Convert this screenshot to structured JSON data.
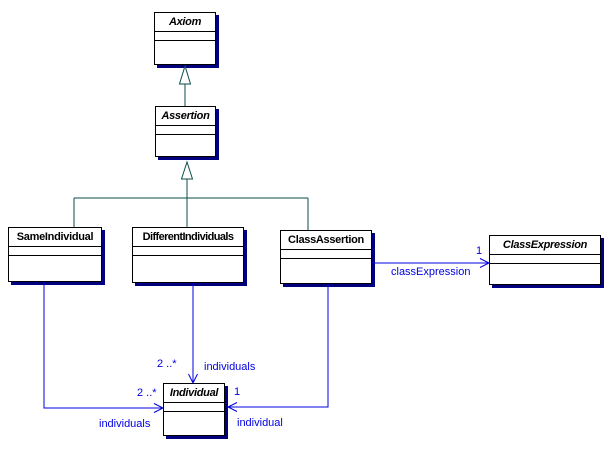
{
  "colors": {
    "background": "#ffffff",
    "class_border": "#000000",
    "class_fill": "#ffffff",
    "class_shadow": "#000080",
    "generalization_line": "#0d4d4d",
    "association_line": "#0000e0",
    "label_text": "#0000e0",
    "class_name_text": "#000000"
  },
  "classes": {
    "axiom": {
      "name": "Axiom",
      "abstract": true
    },
    "assertion": {
      "name": "Assertion",
      "abstract": true
    },
    "same_individual": {
      "name": "SameIndividual",
      "abstract": false
    },
    "different_individuals": {
      "name": "DifferentIndividuals",
      "abstract": false
    },
    "class_assertion": {
      "name": "ClassAssertion",
      "abstract": false
    },
    "class_expression": {
      "name": "ClassExpression",
      "abstract": true
    },
    "individual": {
      "name": "Individual",
      "abstract": true
    }
  },
  "generalizations": [
    {
      "from": "Assertion",
      "to": "Axiom"
    },
    {
      "from": "SameIndividual",
      "to": "Assertion"
    },
    {
      "from": "DifferentIndividuals",
      "to": "Assertion"
    },
    {
      "from": "ClassAssertion",
      "to": "Assertion"
    }
  ],
  "associations": [
    {
      "from": "ClassAssertion",
      "to": "ClassExpression",
      "role": "classExpression",
      "multiplicity": "1"
    },
    {
      "from": "DifferentIndividuals",
      "to": "Individual",
      "role": "individuals",
      "multiplicity": "2 ..*"
    },
    {
      "from": "SameIndividual",
      "to": "Individual",
      "role": "individuals",
      "multiplicity": "2 ..*"
    },
    {
      "from": "ClassAssertion",
      "to": "Individual",
      "role": "individual",
      "multiplicity": "1"
    }
  ]
}
